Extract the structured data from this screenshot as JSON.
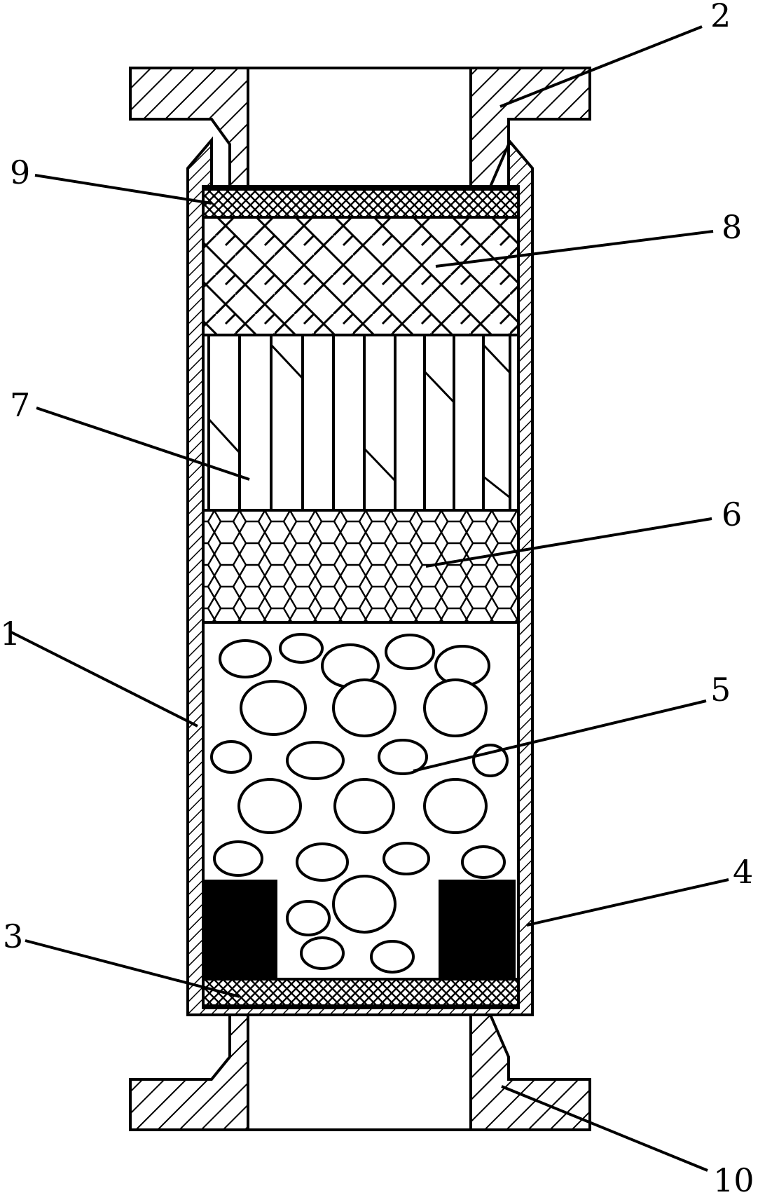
{
  "labels": {
    "l1": "1",
    "l2": "2",
    "l3": "3",
    "l4": "4",
    "l5": "5",
    "l6": "6",
    "l7": "7",
    "l8": "8",
    "l9": "9",
    "l10": "10"
  },
  "colors": {
    "stroke": "#000000",
    "fill": "#ffffff",
    "solid": "#000000"
  }
}
